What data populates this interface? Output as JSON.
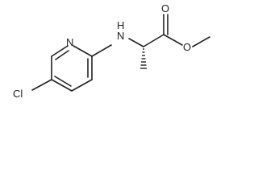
{
  "molecule": {
    "atoms": {
      "cl": "Cl",
      "n_ring": "N",
      "n_amine": "N",
      "h_amine": "H",
      "o_carbonyl": "O",
      "o_ester": "O"
    },
    "colors": {
      "bond": "#222222",
      "text": "#222222",
      "background": "#ffffff"
    }
  }
}
